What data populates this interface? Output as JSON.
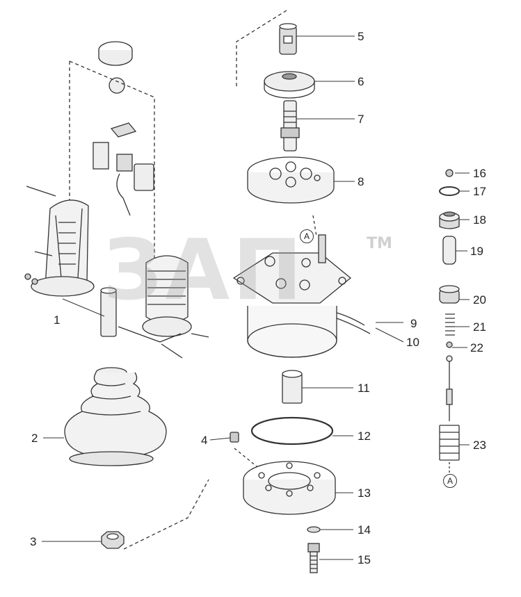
{
  "watermark": {
    "logo_text": "ЗАП",
    "trademark": "TM"
  },
  "reference_marks": {
    "a_top": "A",
    "a_bottom": "A"
  },
  "part_labels": {
    "p1": "1",
    "p2": "2",
    "p3": "3",
    "p4": "4",
    "p5": "5",
    "p6": "6",
    "p7": "7",
    "p8": "8",
    "p9": "9",
    "p10": "10",
    "p11": "11",
    "p12": "12",
    "p13": "13",
    "p14": "14",
    "p15": "15",
    "p16": "16",
    "p17": "17",
    "p18": "18",
    "p19": "19",
    "p20": "20",
    "p21": "21",
    "p22": "22",
    "p23": "23"
  },
  "colors": {
    "line": "#333333",
    "watermark": "#969696"
  }
}
